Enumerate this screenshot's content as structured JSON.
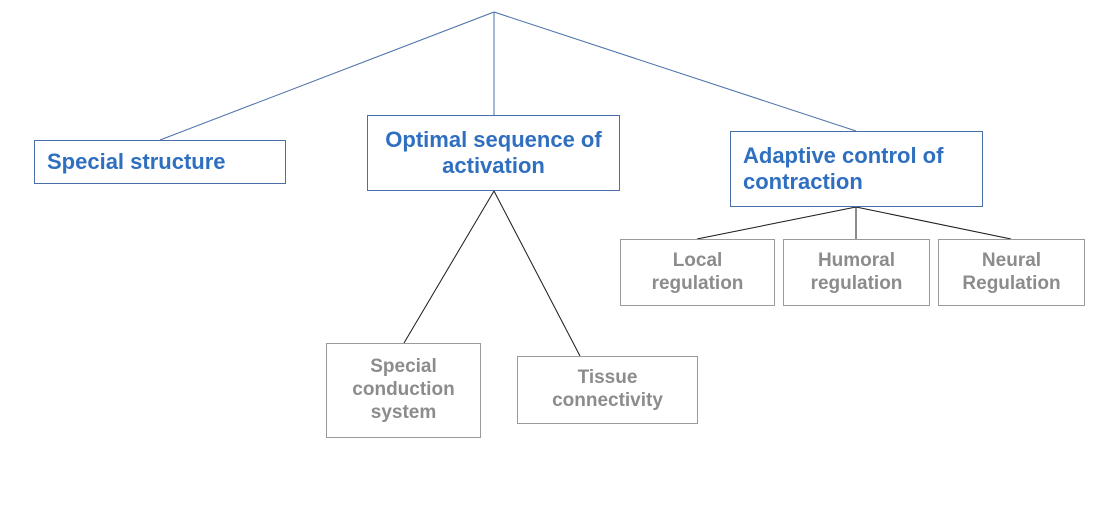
{
  "title": "",
  "colors": {
    "primary_text": "#2f6fc0",
    "secondary_text": "#8c8c8c",
    "blue_connector": "#4a6fa8",
    "black_connector": "#1a1a1a"
  },
  "nodes": {
    "special_structure": "Special structure",
    "optimal_sequence": "Optimal sequence of activation",
    "adaptive_control": "Adaptive control of contraction",
    "local_regulation": "Local regulation",
    "humoral_regulation": "Humoral regulation",
    "neural_regulation": "Neural Regulation",
    "special_conduction_system": "Special conduction system",
    "tissue_connectivity": "Tissue connectivity"
  }
}
